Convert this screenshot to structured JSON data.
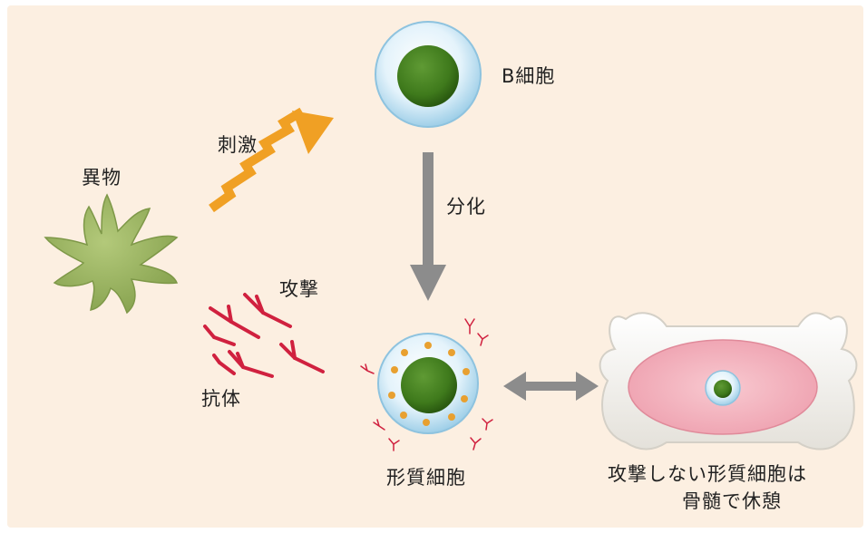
{
  "labels": {
    "foreign_body": "異物",
    "stimulus": "刺激",
    "b_cell": "B細胞",
    "differentiation": "分化",
    "attack": "攻撃",
    "antibody": "抗体",
    "plasma_cell": "形質細胞",
    "resting_line1": "攻撃しない形質細胞は",
    "resting_line2": "骨髄で休憩"
  },
  "colors": {
    "background": "#fcefe1",
    "nucleus": "#3f7a1c",
    "cell_membrane": "#a7d3ea",
    "antibody": "#d0213f",
    "stimulus_arrow": "#f0a024",
    "flow_arrow": "#8c8c8c",
    "foreign_body": "#9cb562",
    "bone": "#f4f2ee",
    "marrow": "#f2b9c3"
  }
}
